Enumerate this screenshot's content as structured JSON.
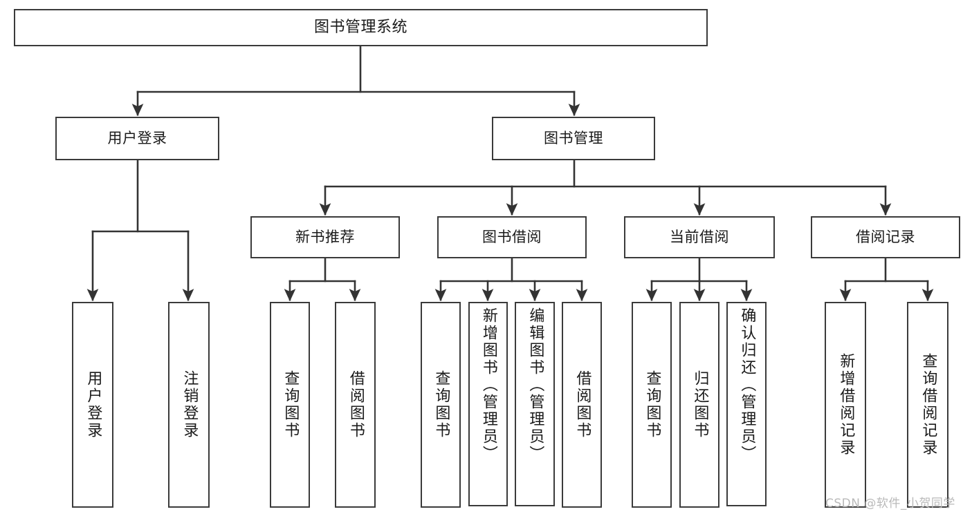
{
  "diagram": {
    "title": "图书管理系统",
    "type": "tree",
    "root": {
      "id": "root",
      "label": "图书管理系统"
    },
    "level1": [
      {
        "id": "user-login",
        "label": "用户登录"
      },
      {
        "id": "book-manage",
        "label": "图书管理"
      }
    ],
    "level2": [
      {
        "id": "new-book-rec",
        "label": "新书推荐",
        "parent": "book-manage"
      },
      {
        "id": "book-borrow",
        "label": "图书借阅",
        "parent": "book-manage"
      },
      {
        "id": "current-borrow",
        "label": "当前借阅",
        "parent": "book-manage"
      },
      {
        "id": "borrow-record",
        "label": "借阅记录",
        "parent": "book-manage"
      }
    ],
    "leaves": [
      {
        "id": "leaf-user-login",
        "label": "用户登录",
        "parent": "user-login"
      },
      {
        "id": "leaf-logout",
        "label": "注销登录",
        "parent": "user-login"
      },
      {
        "id": "leaf-query-book-1",
        "label": "查询图书",
        "parent": "new-book-rec"
      },
      {
        "id": "leaf-borrow-book-1",
        "label": "借阅图书",
        "parent": "new-book-rec"
      },
      {
        "id": "leaf-query-book-2",
        "label": "查询图书",
        "parent": "book-borrow"
      },
      {
        "id": "leaf-add-book",
        "label": "新增图书（管理员）",
        "parent": "book-borrow"
      },
      {
        "id": "leaf-edit-book",
        "label": "编辑图书（管理员）",
        "parent": "book-borrow"
      },
      {
        "id": "leaf-borrow-book-2",
        "label": "借阅图书",
        "parent": "book-borrow"
      },
      {
        "id": "leaf-query-book-3",
        "label": "查询图书",
        "parent": "current-borrow"
      },
      {
        "id": "leaf-return-book",
        "label": "归还图书",
        "parent": "current-borrow"
      },
      {
        "id": "leaf-confirm-return",
        "label": "确认归还（管理员）",
        "parent": "current-borrow"
      },
      {
        "id": "leaf-add-record",
        "label": "新增借阅记录",
        "parent": "borrow-record"
      },
      {
        "id": "leaf-query-record",
        "label": "查询借阅记录",
        "parent": "borrow-record"
      }
    ]
  },
  "watermark": {
    "text": "CSDN @软件_小贺同学"
  },
  "colors": {
    "box_border": "#3a3a3a",
    "box_fill": "#ffffff",
    "connector": "#333333",
    "text": "#1a1a1a",
    "watermark": "#b9b9b9",
    "background": "#ffffff"
  }
}
